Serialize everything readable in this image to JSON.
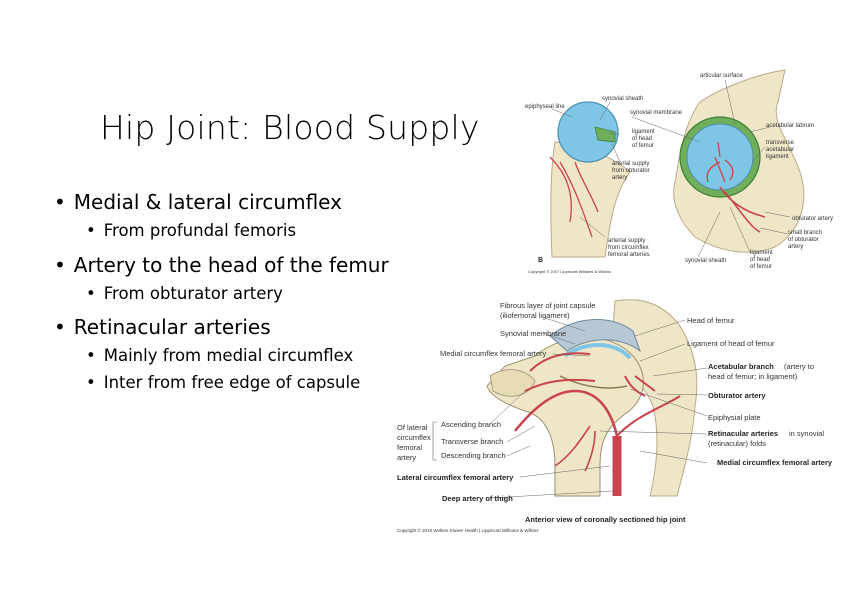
{
  "slide": {
    "title": "Hip Joint: Blood Supply",
    "bullets": [
      {
        "text": "Medial & lateral circumflex",
        "sub": [
          "From profundal femoris"
        ]
      },
      {
        "text": "Artery to the head of the femur",
        "sub": [
          "From obturator artery"
        ]
      },
      {
        "text": "Retinacular arteries",
        "sub": [
          "Mainly from medial circumflex",
          "Inter from free edge of capsule"
        ]
      }
    ],
    "bullet_glyph": "•"
  },
  "figure_top": {
    "labels": {
      "articular_surface": "articular surface",
      "synovial_sheath": "synovial sheath",
      "epiphyseal_line": "epiphyseal line",
      "synovial_membrane": "synovial membrane",
      "acetabular_labrum": "acetabular labrum",
      "ligament_head": [
        "ligament",
        "of head",
        "of femur"
      ],
      "transverse": [
        "transverse",
        "acetabular",
        "ligament"
      ],
      "arterial_obturator": [
        "arterial supply",
        "from obturator",
        "artery"
      ],
      "obturator_artery": "obturator artery",
      "small_branch": [
        "small branch",
        "of obturator",
        "artery"
      ],
      "arterial_circumflex": [
        "arterial supply",
        "from circumflex",
        "femoral arteries"
      ],
      "synovial_sheath2": "synovial sheath",
      "ligament_head2": [
        "ligament",
        "of head",
        "of femur"
      ],
      "panel": "B",
      "copyright": "Copyright © 2007 Lippincott Williams & Wilkins"
    }
  },
  "figure_bottom": {
    "labels": {
      "fibrous": [
        "Fibrous layer of joint capsule",
        "(iliofemoral ligament)"
      ],
      "synovial_membrane": "Synovial membrane",
      "medial_circumflex": "Medial circumflex femoral artery",
      "head_of_femur": "Head of femur",
      "ligament_head": "Ligament of head of femur",
      "acetabular_branch_b": "Acetabular branch",
      "acetabular_branch_r": "(artery to",
      "acetabular_branch_2": "head of femur; in ligament)",
      "obturator_artery": "Obturator artery",
      "epiphysial_plate": "Epiphysial plate",
      "of_lateral": [
        "Of lateral",
        "circumflex",
        "femoral",
        "artery"
      ],
      "ascending": "Ascending branch",
      "transverse": "Transverse branch",
      "descending": "Descending branch",
      "retinacular_b": "Retinacular arteries",
      "retinacular_r": "in synovial",
      "retinacular_2": "(retinacular) folds",
      "medial_circumflex2": "Medial circumflex femoral artery",
      "lateral_circumflex": "Lateral circumflex femoral artery",
      "deep_artery": "Deep artery of thigh",
      "caption": "Anterior view of coronally sectioned hip joint",
      "copyright": "Copyright © 2010 Wolters Kluwer Health | Lippincott Williams & Wilkins"
    }
  },
  "colors": {
    "artery": "#c9444c",
    "bone": "#efe6c8",
    "cartilage": "#7fc6e6",
    "membrane": "#6fae5a"
  }
}
